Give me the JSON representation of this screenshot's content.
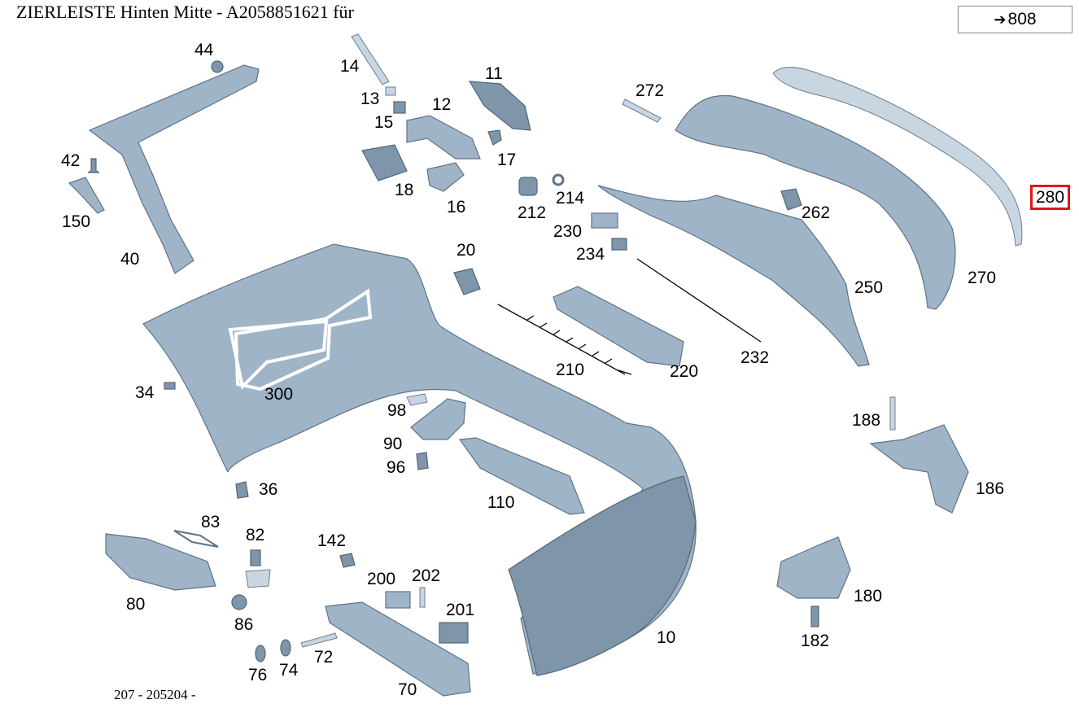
{
  "title": "ZIERLEISTE Hinten Mitte - A2058851621 für",
  "reference": {
    "arrow": "➔",
    "number": "808"
  },
  "footer": "207 - 205204 -",
  "highlight": {
    "color": "#e0141e",
    "part": "280"
  },
  "parts": {
    "p10": "10",
    "p11": "11",
    "p12": "12",
    "p13": "13",
    "p14": "14",
    "p15": "15",
    "p16": "16",
    "p17": "17",
    "p18": "18",
    "p20": "20",
    "p34": "34",
    "p36": "36",
    "p40": "40",
    "p42": "42",
    "p44": "44",
    "p70": "70",
    "p72": "72",
    "p74": "74",
    "p76": "76",
    "p80": "80",
    "p82": "82",
    "p83": "83",
    "p86": "86",
    "p90": "90",
    "p96": "96",
    "p98": "98",
    "p110": "110",
    "p142": "142",
    "p150": "150",
    "p180": "180",
    "p182": "182",
    "p186": "186",
    "p188": "188",
    "p200": "200",
    "p201": "201",
    "p202": "202",
    "p210": "210",
    "p212": "212",
    "p214": "214",
    "p220": "220",
    "p230": "230",
    "p232": "232",
    "p234": "234",
    "p250": "250",
    "p262": "262",
    "p270": "270",
    "p272": "272",
    "p280": "280",
    "p300": "300"
  }
}
